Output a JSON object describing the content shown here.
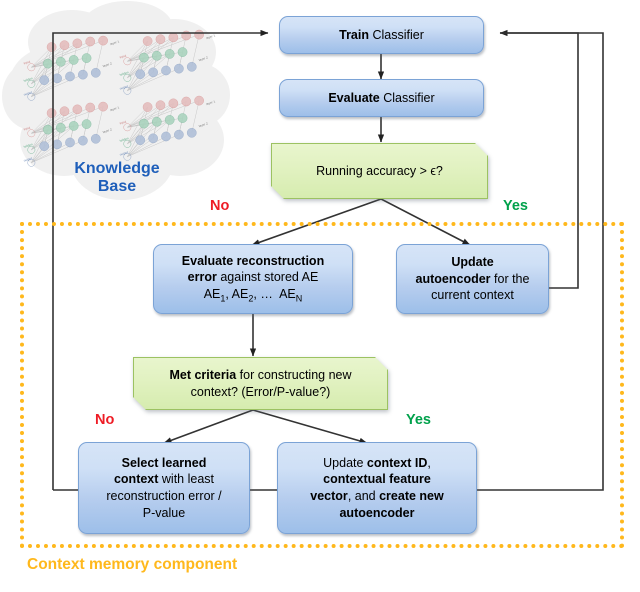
{
  "diagram": {
    "title": "Context memory component flowchart",
    "knowledge_base": {
      "label_line1": "Knowledge",
      "label_line2": "Base",
      "label_color": "#1f5fba",
      "icon": "cloud-with-neural-networks"
    },
    "region": {
      "label": "Context memory component",
      "border_color": "#ffb81c",
      "border_style": "dotted"
    },
    "nodes": [
      {
        "id": "train",
        "type": "process",
        "text_bold": "Train",
        "text_rest": " Classifier"
      },
      {
        "id": "evaluate",
        "type": "process",
        "text_bold": "Evaluate",
        "text_rest": " Classifier"
      },
      {
        "id": "accuracy",
        "type": "decision",
        "text": "Running accuracy > ϵ?"
      },
      {
        "id": "eval-recon",
        "type": "process",
        "line1_bold": "Evaluate reconstruction",
        "line2_bold": "error",
        "line2_rest": " against stored AE",
        "line3": "AE1, AE2, … AEN"
      },
      {
        "id": "update-ae",
        "type": "process",
        "line1_bold": "Update",
        "line2_bold": "autoencoder",
        "line2_rest": " for the",
        "line3": "current context"
      },
      {
        "id": "met-criteria",
        "type": "decision",
        "line1_bold": "Met criteria",
        "line1_rest": " for constructing new",
        "line2": "context? (Error/P-value?)"
      },
      {
        "id": "select-context",
        "type": "process",
        "line1_bold": "Select learned",
        "line2_bold": "context",
        "line2_rest": " with least",
        "line3": "reconstruction error /",
        "line4": "P-value"
      },
      {
        "id": "update-context",
        "type": "process",
        "line1_pre": "Update ",
        "line1_bold": "context ID",
        "line1_post": ",",
        "line2_bold": "contextual feature",
        "line3_bold": "vector",
        "line3_mid": ", and ",
        "line3_bold2": "create new",
        "line4_bold": "autoencoder"
      }
    ],
    "edge_labels": {
      "accuracy_no": "No",
      "accuracy_yes": "Yes",
      "criteria_no": "No",
      "criteria_yes": "Yes",
      "no_color": "#ee1c25",
      "yes_color": "#00a14b"
    },
    "colors": {
      "process_fill_top": "#d6e4f7",
      "process_fill_bottom": "#9dbfe9",
      "process_border": "#7ba3d6",
      "decision_fill_top": "#e8f5cd",
      "decision_fill_bottom": "#d6ecaf",
      "decision_border": "#9cc262",
      "connector": "#333333",
      "region_accent": "#ffb81c",
      "kb_text": "#1f5fba"
    }
  }
}
